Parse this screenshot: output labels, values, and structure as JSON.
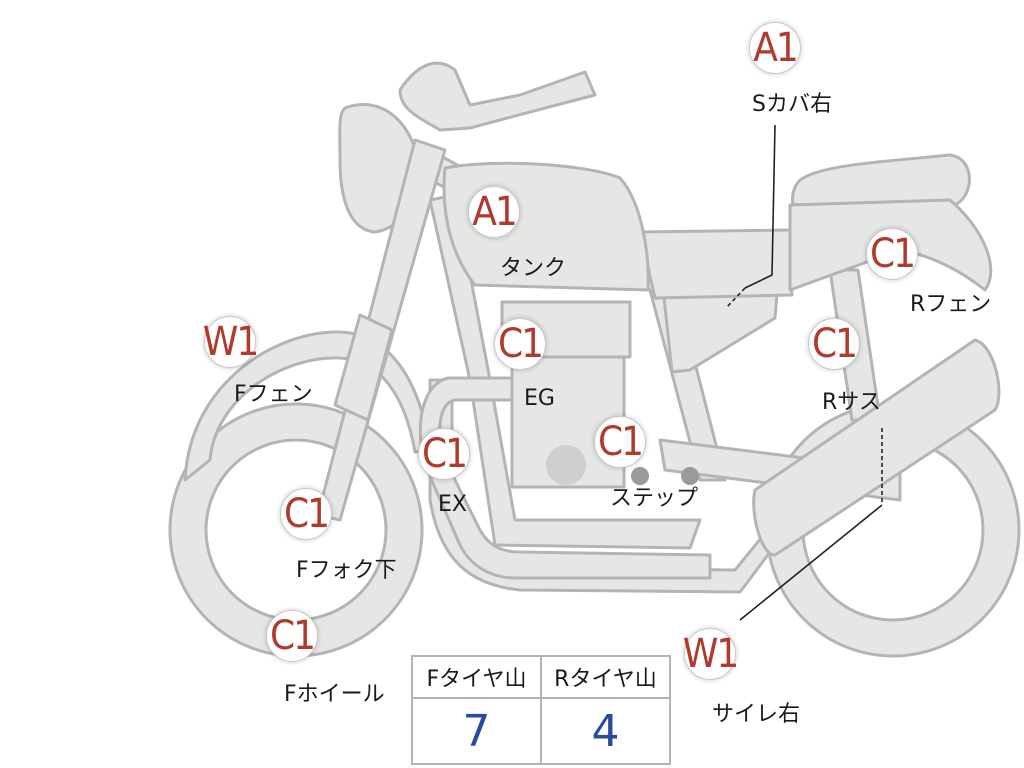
{
  "callouts": [
    {
      "grade": "A1",
      "part": "Sカバ右"
    },
    {
      "grade": "A1",
      "part": "タンク"
    },
    {
      "grade": "C1",
      "part": "Rフェン"
    },
    {
      "grade": "W1",
      "part": "Fフェン"
    },
    {
      "grade": "C1",
      "part": "EG"
    },
    {
      "grade": "C1",
      "part": "Rサス"
    },
    {
      "grade": "C1",
      "part": "EX"
    },
    {
      "grade": "C1",
      "part": "ステップ"
    },
    {
      "grade": "C1",
      "part": "Fフォク下"
    },
    {
      "grade": "C1",
      "part": "Fホイール"
    },
    {
      "grade": "W1",
      "part": "サイレ右"
    }
  ],
  "tread_table": {
    "headers": [
      "Fタイヤ山",
      "Rタイヤ山"
    ],
    "values": [
      "7",
      "4"
    ]
  },
  "colors": {
    "grade_text": "#b03a2e",
    "value_text": "#2a4a9a",
    "bike_fill": "#e6e6e4",
    "bike_outline": "#b4b4b4"
  }
}
